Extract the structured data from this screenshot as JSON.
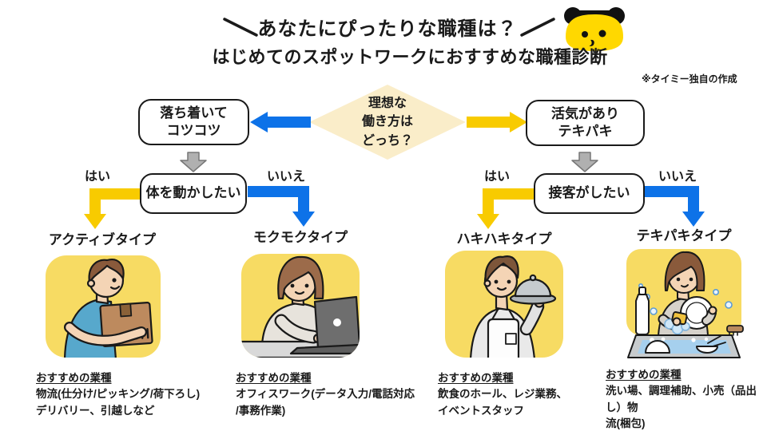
{
  "header": {
    "title": "あなたにぴったりな職種は？",
    "subtitle": "はじめてのスポットワークにおすすめな職種診断",
    "note": "※タイミー独自の作成",
    "mascot": "timee-bear-icon"
  },
  "colors": {
    "blue": "#0D72E8",
    "yellow": "#F8CB00",
    "diamond_bg": "#FAEDC9",
    "card_bg": "#F7DB63",
    "gray_fill": "#B0B0B0",
    "gray_stroke": "#777777"
  },
  "flowchart": {
    "question": "理想な\n働き方は\nどっち？",
    "left_branch": {
      "style_box": "落ち着いて\nコツコツ",
      "question_box": "体を動かしたい",
      "yes_label": "はい",
      "no_label": "いいえ"
    },
    "right_branch": {
      "style_box": "活気があり\nテキパキ",
      "question_box": "接客がしたい",
      "yes_label": "はい",
      "no_label": "いいえ"
    }
  },
  "results": [
    {
      "type_label": "アクティブタイプ",
      "illustration": "man-carrying-box",
      "heading": "おすすめの業種",
      "jobs": "物流(仕分け/ピッキング/荷下ろし)\nデリバリー、引越しなど"
    },
    {
      "type_label": "モクモクタイプ",
      "illustration": "woman-at-laptop",
      "heading": "おすすめの業種",
      "jobs": "オフィスワーク(データ入力/電話対応\n/事務作業)"
    },
    {
      "type_label": "ハキハキタイプ",
      "illustration": "waiter-with-tray",
      "heading": "おすすめの業種",
      "jobs": "飲食のホール、レジ業務、\nイベントスタッフ"
    },
    {
      "type_label": "テキパキタイプ",
      "illustration": "woman-washing-dishes",
      "heading": "おすすめの業種",
      "jobs": "洗い場、調理補助、小売（品出し）物\n流(梱包)"
    }
  ]
}
